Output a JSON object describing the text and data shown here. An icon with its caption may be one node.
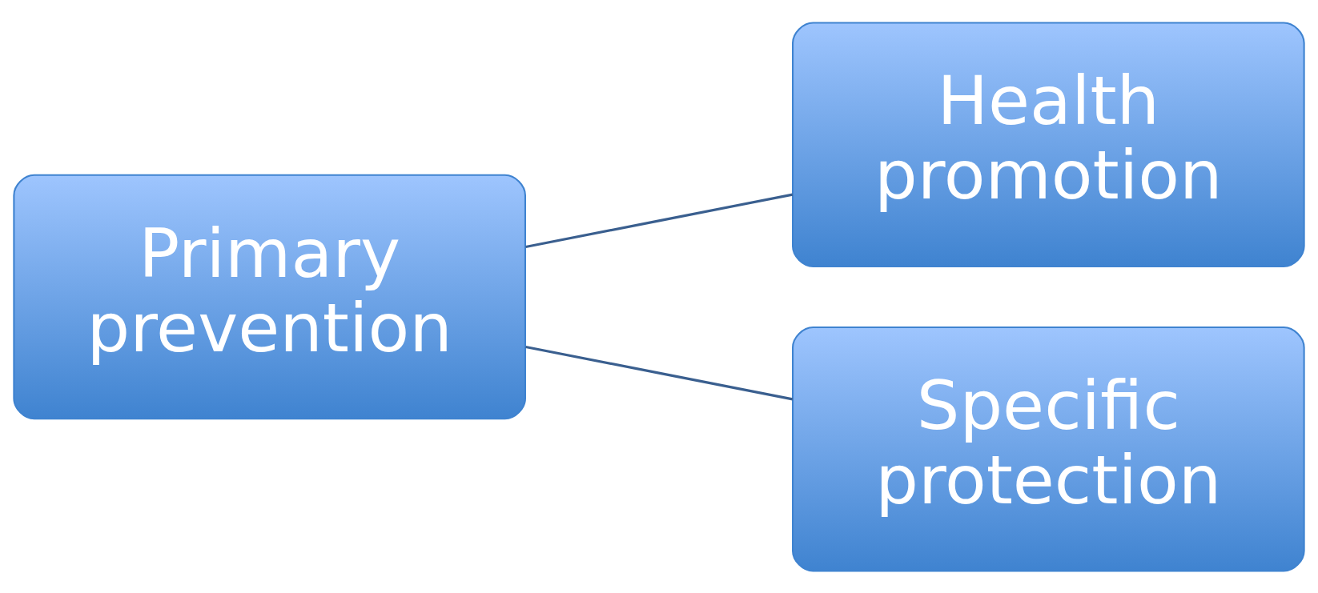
{
  "diagram": {
    "nodes": [
      {
        "text": [
          "Primary prevention"
        ]
      },
      {
        "text": [
          "Health promotion"
        ]
      },
      {
        "text": [
          "Specific protection"
        ]
      }
    ],
    "edges": [
      {
        "from": 0,
        "to": 1,
        "arrow": "none"
      },
      {
        "from": 0,
        "to": 2,
        "arrow": "none"
      }
    ]
  }
}
